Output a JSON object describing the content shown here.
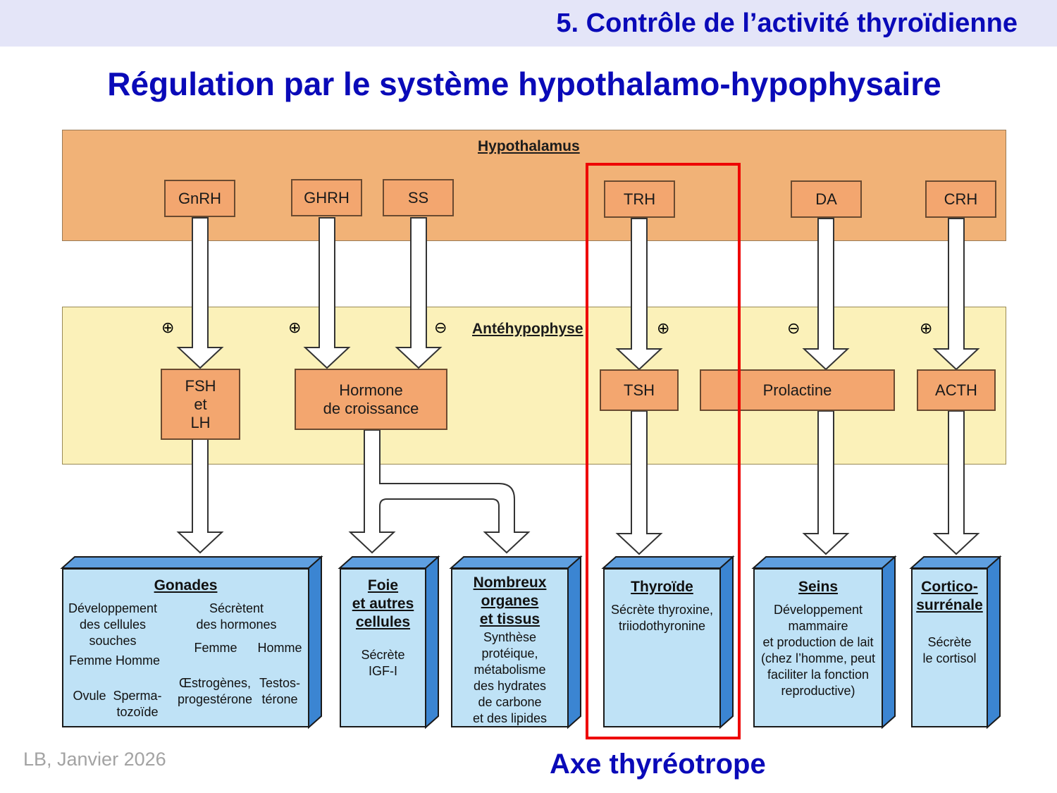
{
  "header": {
    "title": "5. Contrôle de l’activité thyroïdienne"
  },
  "main_title": "Régulation par le système hypothalamo-hypophysaire",
  "hypothalamus": {
    "label": "Hypothalamus"
  },
  "antehypophyse": {
    "label": "Antéhypophyse"
  },
  "hormones": {
    "gnrh": "GnRH",
    "ghrh": "GHRH",
    "ss": "SS",
    "trh": "TRH",
    "da": "DA",
    "crh": "CRH"
  },
  "pituitary": {
    "fsh_lh": "FSH\net\nLH",
    "growth": "Hormone\nde croissance",
    "tsh": "TSH",
    "prolactine": "Prolactine",
    "acth": "ACTH"
  },
  "signs": {
    "gnrh": "⊕",
    "ghrh": "⊕",
    "ss": "⊖",
    "trh": "⊕",
    "da": "⊖",
    "crh": "⊕"
  },
  "targets": {
    "gonades": {
      "title": "Gonades",
      "left_text": "Développement\ndes cellules\nsouches",
      "left_sex": "Femme Homme",
      "left_ovule": "Ovule",
      "left_sperm": "Sperma-\ntozoïde",
      "right_text": "Sécrètent\ndes hormones",
      "right_femme": "Femme",
      "right_homme": "Homme",
      "right_oestro": "Œstrogènes,\nprogestérone",
      "right_testo": "Testos-\ntérone"
    },
    "foie": {
      "title": "Foie\net autres\ncellules",
      "text": "Sécrète\nIGF-I"
    },
    "organes": {
      "title": "Nombreux\norganes\net tissus",
      "text": "Synthèse\nprotéique,\nmétabolisme\ndes hydrates\nde carbone\net des lipides"
    },
    "thyroide": {
      "title": "Thyroïde",
      "text": "Sécrète thyroxine,\ntriiodothyronine"
    },
    "seins": {
      "title": "Seins",
      "text": "Développement\nmammaire\net production de lait\n(chez l’homme, peut\nfaciliter la fonction\nreproductive)"
    },
    "cortico": {
      "title": "Cortico-\nsurrénale",
      "text": "Sécrète\nle cortisol"
    }
  },
  "axe_label": "Axe thyréotrope",
  "footer": "LB, Janvier 2026",
  "colors": {
    "hypothalamus_band": "#f1b277",
    "antehypophyse_band": "#fbf1b9",
    "hormone_box": "#f3a66f",
    "target_box": "#bfe2f6",
    "target_side": "#3b85d2",
    "highlight": "#ee0000",
    "title_blue": "#0a0ab8"
  }
}
